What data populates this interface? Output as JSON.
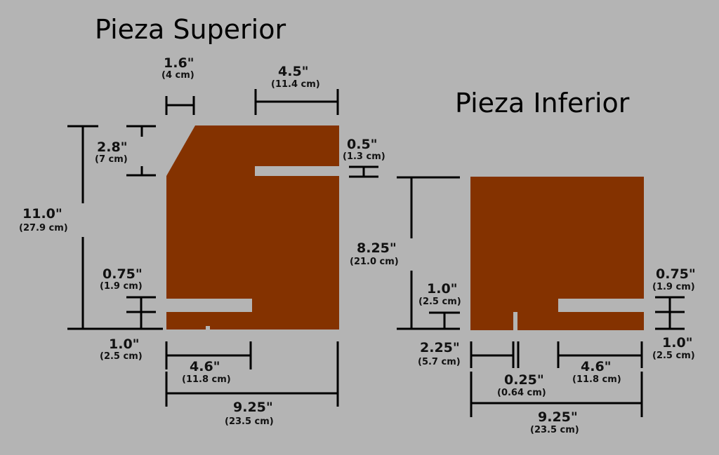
{
  "titles": {
    "top": "Pieza Superior",
    "bottom": "Pieza Inferior"
  },
  "colors": {
    "background": "#b4b4b4",
    "piece": "#843200",
    "ink": "#000000"
  },
  "top_piece": {
    "overall_height": {
      "value": "11.0\"",
      "metric": "(27.9 cm)"
    },
    "bevel_height": {
      "value": "2.8\"",
      "metric": "(7 cm)"
    },
    "bevel_width": {
      "value": "1.6\"",
      "metric": "(4 cm)"
    },
    "top_slot_length": {
      "value": "4.5\"",
      "metric": "(11.4 cm)"
    },
    "top_slot_width": {
      "value": "0.5\"",
      "metric": "(1.3 cm)"
    },
    "bottom_slot_width": {
      "value": "0.75\"",
      "metric": "(1.9 cm)"
    },
    "bottom_slot_offset": {
      "value": "1.0\"",
      "metric": "(2.5 cm)"
    },
    "bottom_slot_length": {
      "value": "4.6\"",
      "metric": "(11.8 cm)"
    },
    "overall_width": {
      "value": "9.25\"",
      "metric": "(23.5 cm)"
    }
  },
  "bottom_piece": {
    "overall_height": {
      "value": "8.25\"",
      "metric": "(21.0 cm)"
    },
    "notch_height": {
      "value": "1.0\"",
      "metric": "(2.5 cm)"
    },
    "notch_offset": {
      "value": "2.25\"",
      "metric": "(5.7 cm)"
    },
    "notch_width": {
      "value": "0.25\"",
      "metric": "(0.64 cm)"
    },
    "slot_length": {
      "value": "4.6\"",
      "metric": "(11.8 cm)"
    },
    "slot_width": {
      "value": "0.75\"",
      "metric": "(1.9 cm)"
    },
    "slot_offset": {
      "value": "1.0\"",
      "metric": "(2.5 cm)"
    },
    "overall_width": {
      "value": "9.25\"",
      "metric": "(23.5 cm)"
    }
  }
}
